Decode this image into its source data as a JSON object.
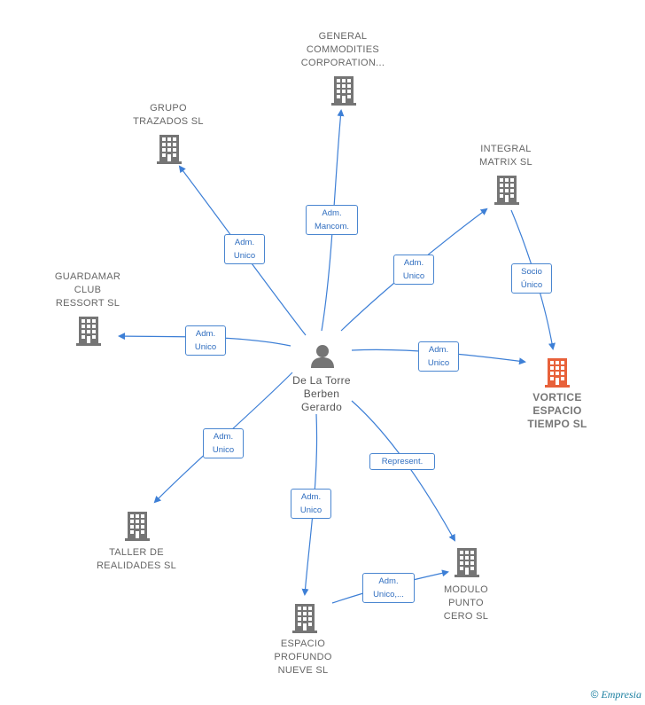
{
  "colors": {
    "edge": "#3d7fd6",
    "company_icon": "#757575",
    "highlight_icon": "#e8613a",
    "person_icon": "#757575",
    "brand": "#1a7fa0"
  },
  "center": {
    "name": "De La Torre\nBerben\nGerardo",
    "icon": "person-icon"
  },
  "companies": [
    {
      "id": "general",
      "name": "GENERAL\nCOMMODITIES\nCORPORATION...",
      "icon": "building-icon"
    },
    {
      "id": "grupo",
      "name": "GRUPO\nTRAZADOS SL",
      "icon": "building-icon"
    },
    {
      "id": "integral",
      "name": "INTEGRAL\nMATRIX  SL",
      "icon": "building-icon"
    },
    {
      "id": "guardamar",
      "name": "GUARDAMAR\nCLUB\nRESSORT SL",
      "icon": "building-icon"
    },
    {
      "id": "vortice",
      "name": "VORTICE\nESPACIO\nTIEMPO  SL",
      "icon": "building-icon",
      "highlight": true
    },
    {
      "id": "taller",
      "name": "TALLER DE\nREALIDADES SL",
      "icon": "building-icon"
    },
    {
      "id": "modulo",
      "name": "MODULO\nPUNTO\nCERO SL",
      "icon": "building-icon"
    },
    {
      "id": "espacio",
      "name": "ESPACIO\nPROFUNDO\nNUEVE SL",
      "icon": "building-icon"
    }
  ],
  "edges": [
    {
      "from": "center",
      "to": "general",
      "label": "Adm.\nMancom."
    },
    {
      "from": "center",
      "to": "grupo",
      "label": "Adm.\nUnico"
    },
    {
      "from": "center",
      "to": "integral",
      "label": "Adm.\nUnico"
    },
    {
      "from": "center",
      "to": "guardamar",
      "label": "Adm.\nUnico"
    },
    {
      "from": "center",
      "to": "vortice",
      "label": "Adm.\nUnico"
    },
    {
      "from": "integral",
      "to": "vortice",
      "label": "Socio\nÚnico"
    },
    {
      "from": "center",
      "to": "taller",
      "label": "Adm.\nUnico"
    },
    {
      "from": "center",
      "to": "modulo",
      "label": "Represent."
    },
    {
      "from": "center",
      "to": "espacio",
      "label": "Adm.\nUnico"
    },
    {
      "from": "espacio",
      "to": "modulo",
      "label": "Adm.\nUnico,..."
    }
  ],
  "footer": {
    "copyright": "©",
    "brand": "Empresia"
  }
}
